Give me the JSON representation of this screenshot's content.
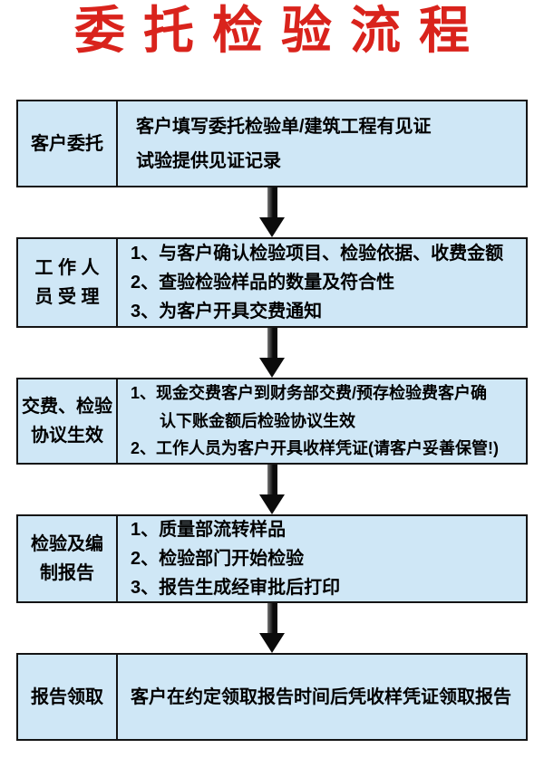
{
  "title": "委托检验流程",
  "colors": {
    "title_red": "#d9231c",
    "box_fill": "#cfe7f6",
    "box_border": "#141414",
    "arrow_black": "#0b0b0b"
  },
  "flow": {
    "steps": [
      {
        "label_lines": [
          "客户委托"
        ],
        "content_lines": [
          "客户填写委托检验单/建筑工程有见证",
          "试验提供见证记录"
        ]
      },
      {
        "label_lines": [
          "工 作 人",
          "员 受 理"
        ],
        "content_lines": [
          "1、与客户确认检验项目、检验依据、收费金额",
          "2、查验检验样品的数量及符合性",
          "3、为客户开具交费通知"
        ]
      },
      {
        "label_lines": [
          "交费、检验",
          "协议生效"
        ],
        "content_lines": [
          "1、现金交费客户到财务部交费/预存检验费客户确",
          "认下账金额后检验协议生效",
          "2、工作人员为客户开具收样凭证(请客户妥善保管!)"
        ]
      },
      {
        "label_lines": [
          "检验及编",
          "制报告"
        ],
        "content_lines": [
          "1、质量部流转样品",
          "2、检验部门开始检验",
          "3、报告生成经审批后打印"
        ]
      },
      {
        "label_lines": [
          "报告领取"
        ],
        "content_lines": [
          "客户在约定领取报告时间后凭收样凭证领取报告"
        ]
      }
    ]
  }
}
